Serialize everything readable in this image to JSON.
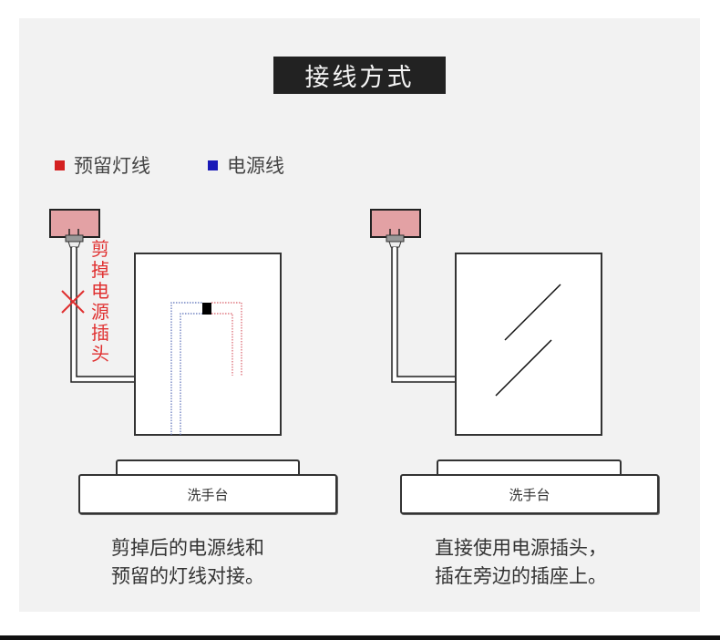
{
  "title": "接线方式",
  "legend": [
    {
      "label": "预留灯线",
      "color": "#d42020",
      "icon": "red-square"
    },
    {
      "label": "电源线",
      "color": "#1a1ab8",
      "icon": "blue-square"
    }
  ],
  "left_diagram": {
    "cut_label": "剪掉电源插头",
    "cut_label_chars": [
      "剪",
      "掉",
      "电",
      "源",
      "插",
      "头"
    ],
    "sink_label": "洗手台",
    "caption_lines": [
      "剪掉后的电源线和",
      "预留的灯线对接。"
    ]
  },
  "right_diagram": {
    "sink_label": "洗手台",
    "caption_lines": [
      "直接使用电源插头，",
      "插在旁边的插座上。"
    ]
  },
  "colors": {
    "panel_bg": "#f2f2f2",
    "title_bg": "#222222",
    "outlet_fill": "#e3a1a4",
    "cut_red": "#e03030",
    "wire_blue": "#5a6fb8",
    "wire_red": "#d9606a"
  }
}
